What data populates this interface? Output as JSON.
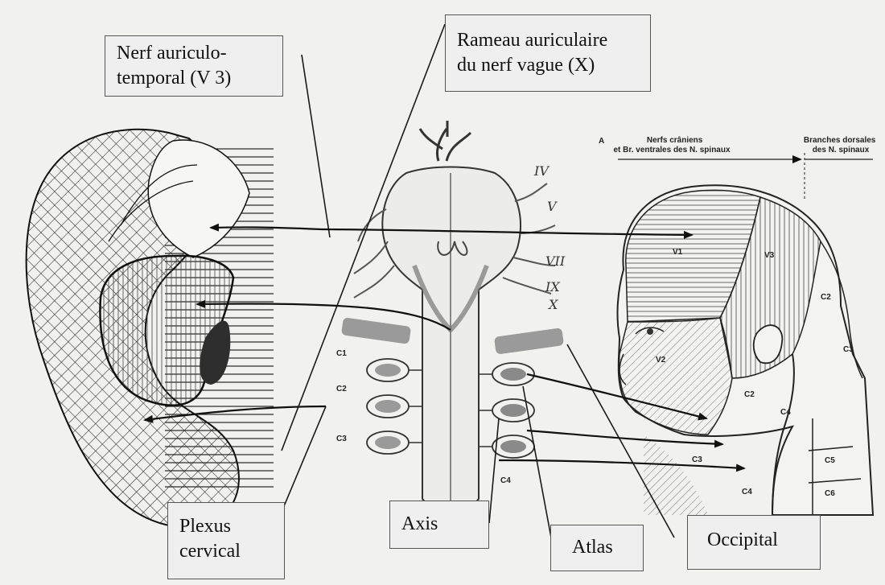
{
  "callouts": {
    "auriculotemporal": "Nerf auriculo-\ntemporal (V 3)",
    "vagus": "Rameau auriculaire\ndu nerf vague (X)",
    "plexus": "Plexus\ncervical",
    "axis": "Axis",
    "atlas": "Atlas",
    "occipital": "Occipital"
  },
  "head_diagram": {
    "panel_letter": "A",
    "header_left": "Nerfs crâniens\net Br. ventrales des N. spinaux",
    "header_right": "Branches dorsales\ndes N. spinaux",
    "zones": {
      "v1": "V1",
      "v3": "V3",
      "v2": "V2",
      "c2_back": "C2",
      "c3_back": "C3",
      "c2_neck": "C2",
      "c4_neck": "C4",
      "c5": "C5",
      "c6": "C6",
      "c3_front": "C3",
      "c4_front": "C4"
    }
  },
  "brainstem": {
    "nerves": [
      "IV",
      "V",
      "VII",
      "IX",
      "X"
    ],
    "vertebrae": [
      "C1",
      "C2",
      "C3",
      "C4"
    ]
  },
  "colors": {
    "line": "#1a1a1a",
    "box_fill": "#efefef",
    "ear_dark": "#333333",
    "vertebra": "#9a9a9a"
  }
}
